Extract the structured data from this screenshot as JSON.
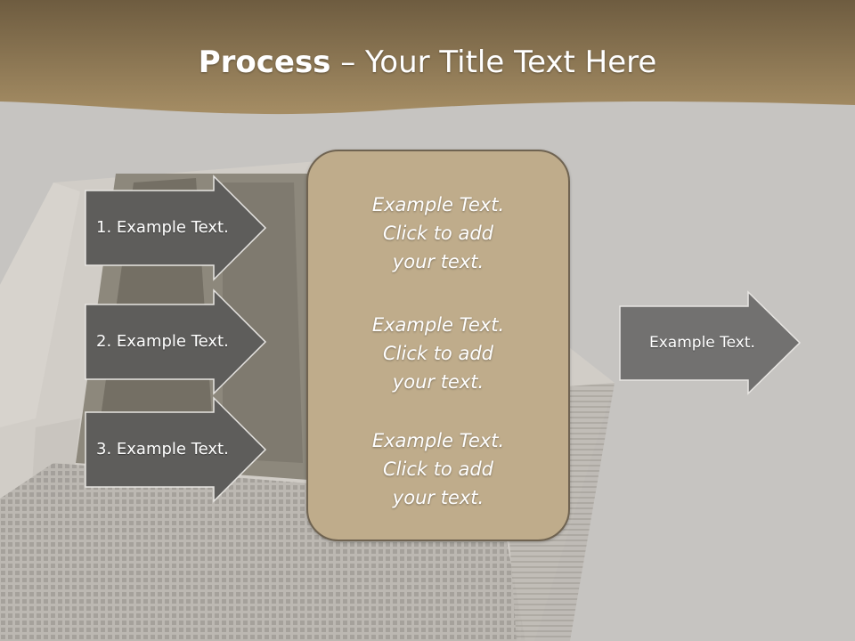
{
  "title": {
    "bold": "Process",
    "rest": " – Your Title Text Here"
  },
  "left_arrows": [
    {
      "label": "1. Example Text."
    },
    {
      "label": "2. Example Text."
    },
    {
      "label": "3. Example Text."
    }
  ],
  "center_box": {
    "paragraphs": [
      {
        "line1": "Example Text.",
        "line2": "Click  to add",
        "line3": "your text."
      },
      {
        "line1": "Example Text.",
        "line2": "Click  to add",
        "line3": "your text."
      },
      {
        "line1": "Example Text.",
        "line2": "Click  to add",
        "line3": "your text."
      }
    ]
  },
  "right_arrow": {
    "label": "Example Text."
  },
  "colors": {
    "header_brown": "#8a7352",
    "background_gray": "#c6c4c1",
    "dark_arrow": "#5e5d5b",
    "right_arrow": "#727170",
    "box_tan": "#bfac8b"
  }
}
